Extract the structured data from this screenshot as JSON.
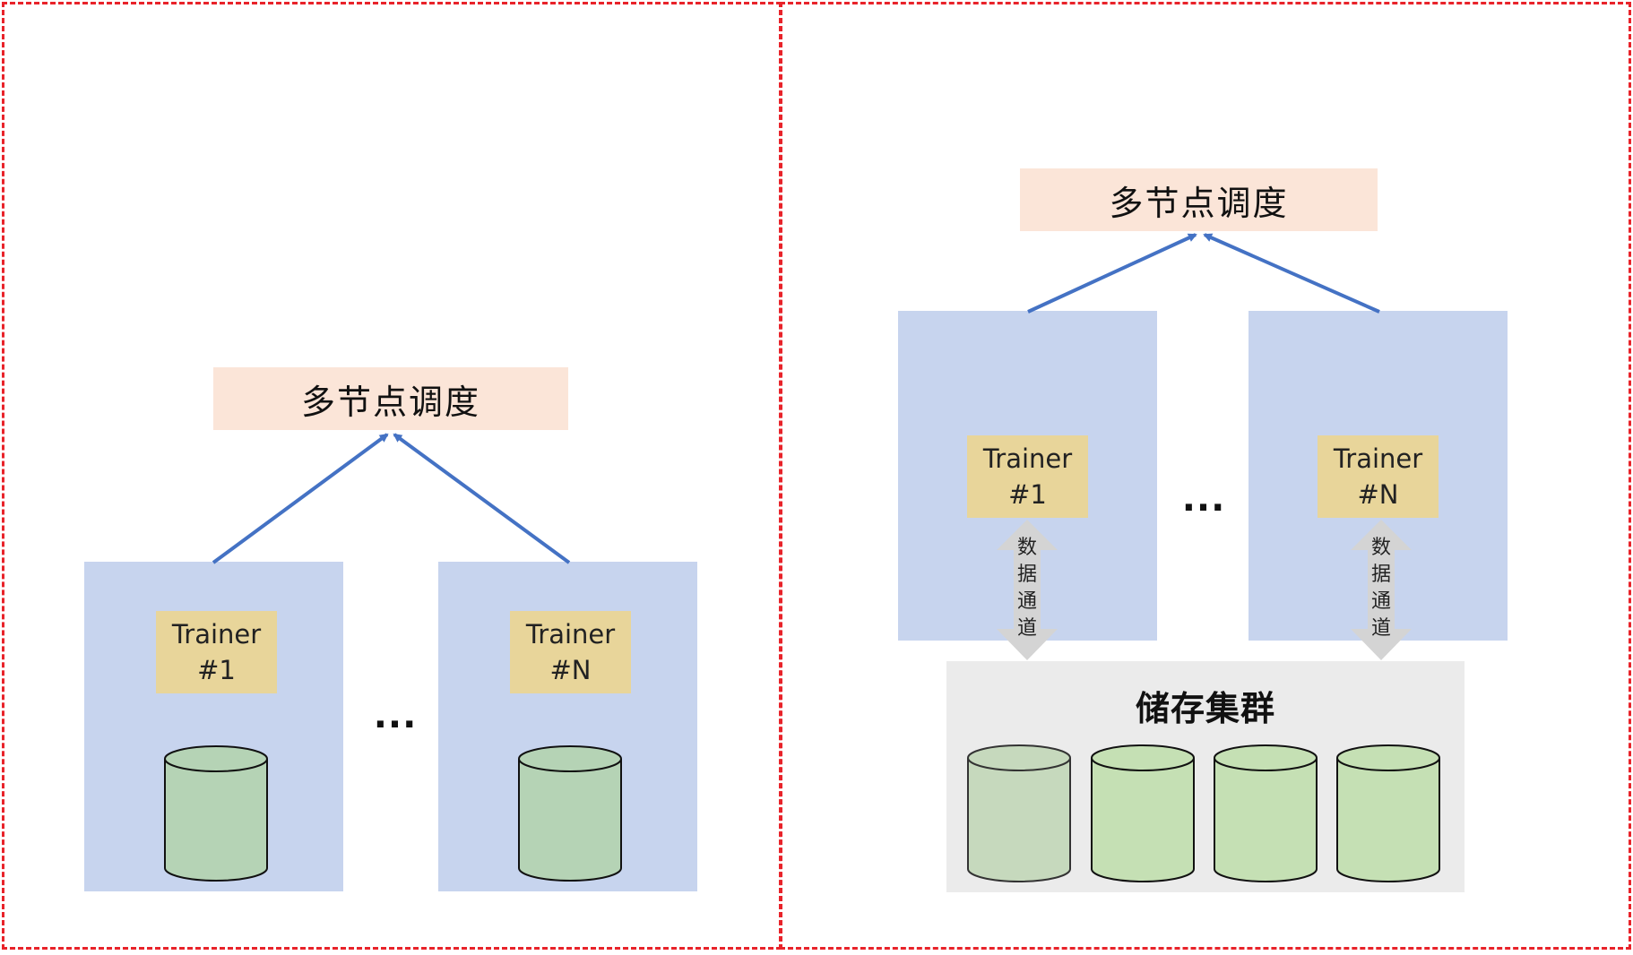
{
  "left_panel": {
    "scheduler": {
      "label": "多节点调度"
    },
    "nodes": [
      {
        "trainer_line1": "Trainer",
        "trainer_line2": "#1"
      },
      {
        "trainer_line1": "Trainer",
        "trainer_line2": "#N"
      }
    ],
    "ellipsis": "..."
  },
  "right_panel": {
    "scheduler": {
      "label": "多节点调度"
    },
    "nodes": [
      {
        "trainer_line1": "Trainer",
        "trainer_line2": "#1"
      },
      {
        "trainer_line1": "Trainer",
        "trainer_line2": "#N"
      }
    ],
    "ellipsis": "...",
    "channel_label": [
      "数",
      "据",
      "通",
      "道"
    ],
    "storage": {
      "title": "储存集群"
    }
  },
  "colors": {
    "panel_border": "#e8232a",
    "scheduler_fill": "#fbe5d8",
    "node_fill": "#c7d4ee",
    "trainer_fill": "#e8d59a",
    "arrow": "#4472c4",
    "cylinder_local": "#b5d3b5",
    "cylinder_storage": "#c5e0b4",
    "storage_fill": "#ebebeb",
    "channel_arrow": "#d4d4d4"
  }
}
